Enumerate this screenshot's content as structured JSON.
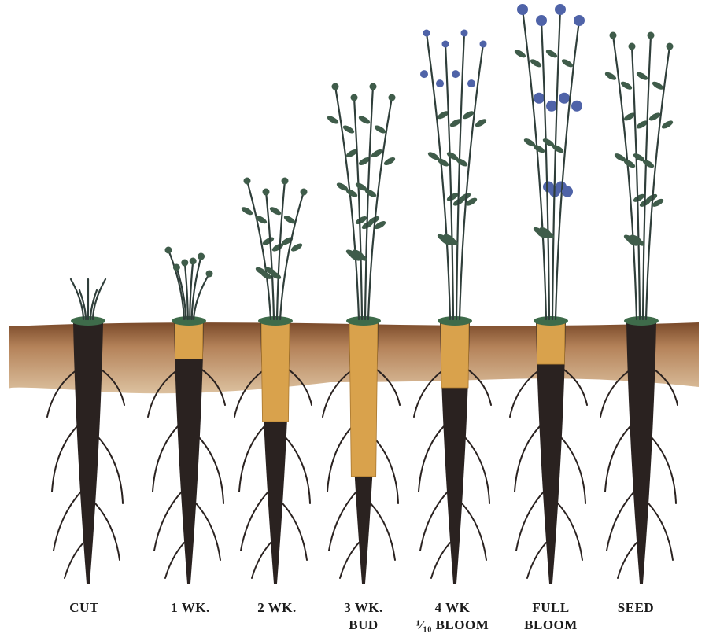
{
  "colors": {
    "soil_top": "#7a4a2a",
    "soil_mid": "#b5835a",
    "soil_bottom": "#dcc19f",
    "root_dark": "#2a2220",
    "root_reserve": "#d9a24c",
    "stem": "#2f3e3a",
    "leaf": "#3f5c4a",
    "bloom": "#4f63a8",
    "crown": "#3e6b4a"
  },
  "stages": [
    {
      "line1": "CUT",
      "line2": "",
      "reserve_fraction": 0.0,
      "growth": "cut"
    },
    {
      "line1": "1 WK.",
      "line2": "",
      "reserve_fraction": 0.14,
      "growth": "sprout"
    },
    {
      "line1": "2 WK.",
      "line2": "",
      "reserve_fraction": 0.38,
      "growth": "leafy"
    },
    {
      "line1": "3 WK.",
      "line2": "BUD",
      "reserve_fraction": 0.59,
      "growth": "bud"
    },
    {
      "line1": "4 WK",
      "line2": "¹⁄₁₀ BLOOM",
      "reserve_fraction": 0.25,
      "growth": "early-bloom"
    },
    {
      "line1": "FULL",
      "line2": "BLOOM",
      "reserve_fraction": 0.16,
      "growth": "full-bloom"
    },
    {
      "line1": "SEED",
      "line2": "",
      "reserve_fraction": 0.0,
      "growth": "seed"
    }
  ]
}
